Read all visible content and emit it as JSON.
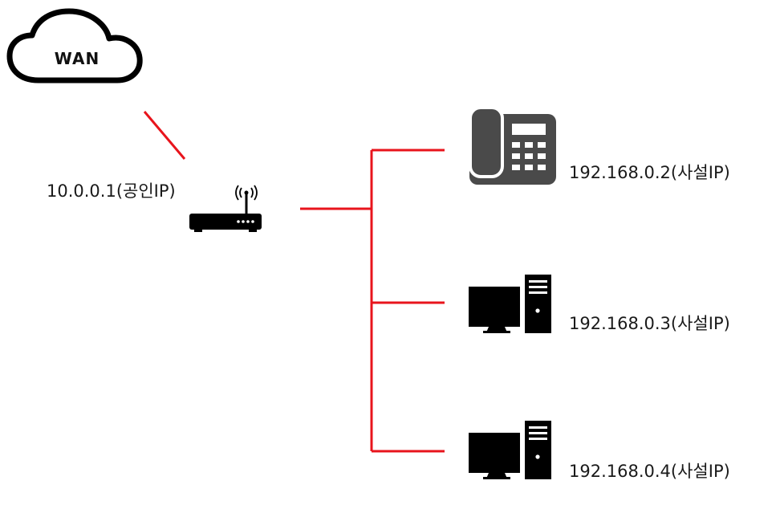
{
  "wan": {
    "label": "WAN"
  },
  "router": {
    "ip_label": "10.0.0.1(공인IP)"
  },
  "devices": [
    {
      "type": "phone",
      "ip_label": "192.168.0.2(사설IP)"
    },
    {
      "type": "desktop",
      "ip_label": "192.168.0.3(사설IP)"
    },
    {
      "type": "desktop",
      "ip_label": "192.168.0.4(사설IP)"
    }
  ],
  "colors": {
    "link": "#e8141c",
    "icon": "#000000",
    "phone_body": "#4a4a4a"
  },
  "icons": [
    "cloud-icon",
    "router-icon",
    "desk-phone-icon",
    "desktop-computer-icon"
  ]
}
